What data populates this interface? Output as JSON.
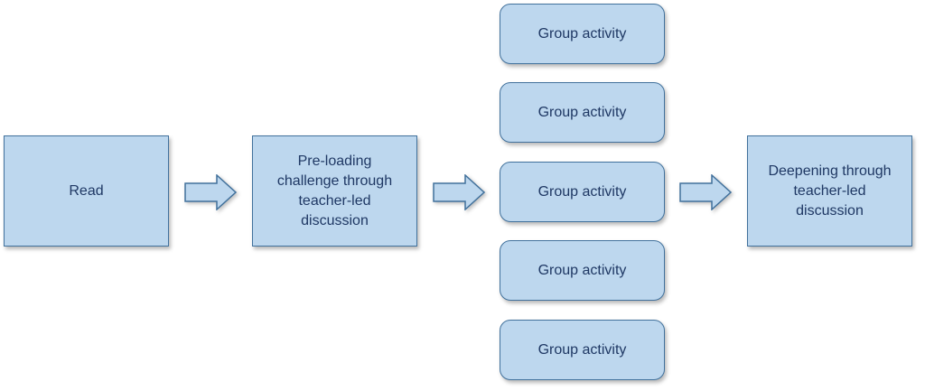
{
  "diagram": {
    "read": "Read",
    "preload": "Pre-loading\nchallenge through\nteacher-led\ndiscussion",
    "groups": [
      "Group activity",
      "Group activity",
      "Group activity",
      "Group activity",
      "Group activity"
    ],
    "deepen": "Deepening through\nteacher-led\ndiscussion"
  },
  "colors": {
    "box_fill": "#bdd7ee",
    "box_border": "#41719c",
    "text": "#1f3864"
  },
  "icons": [
    "arrow-right-icon",
    "arrow-right-icon",
    "arrow-right-icon"
  ]
}
